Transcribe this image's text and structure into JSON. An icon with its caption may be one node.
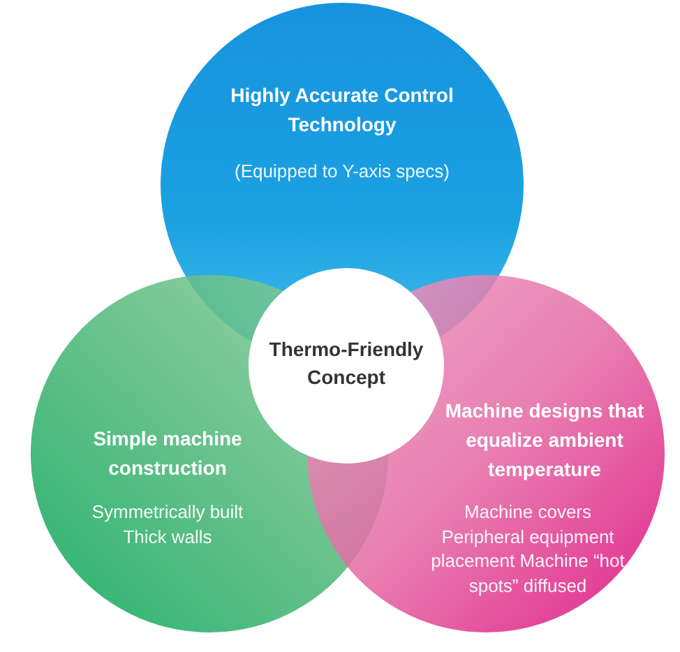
{
  "diagram": {
    "nodes": [
      {
        "text": [
          "Highly Accurate Control Technology",
          "(Equipped to Y-axis specs)"
        ]
      },
      {
        "text": [
          "Simple machine construction",
          "Symmetrically built Thick walls"
        ]
      },
      {
        "text": [
          "Machine designs that equalize ambient temperature",
          "Machine covers Peripheral equipment placement Machine “hot spots” diffused"
        ]
      },
      {
        "text": [
          "Thermo-Friendly Concept"
        ]
      }
    ]
  }
}
